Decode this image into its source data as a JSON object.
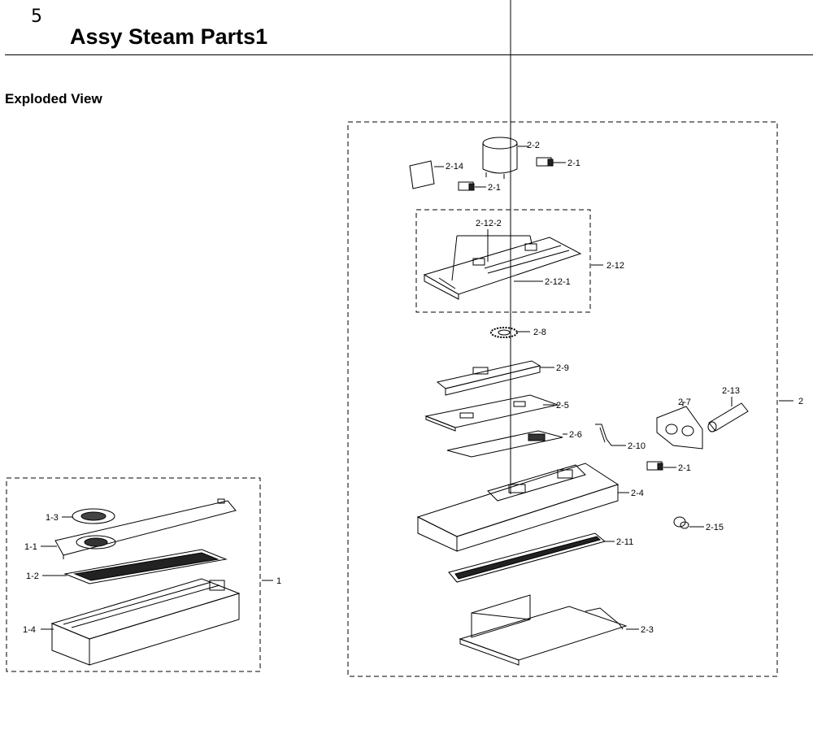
{
  "header": {
    "section_number": "5",
    "title": "Assy Steam Parts1",
    "subtitle": "Exploded View"
  },
  "labels": {
    "l_1": "1",
    "l_1_1": "1-1",
    "l_1_2": "1-2",
    "l_1_3": "1-3",
    "l_1_4": "1-4",
    "l_2": "2",
    "l_2_1a": "2-1",
    "l_2_1b": "2-1",
    "l_2_1c": "2-1",
    "l_2_2": "2-2",
    "l_2_3": "2-3",
    "l_2_4": "2-4",
    "l_2_5": "2-5",
    "l_2_6": "2-6",
    "l_2_7": "2-7",
    "l_2_8": "2-8",
    "l_2_9": "2-9",
    "l_2_10": "2-10",
    "l_2_11": "2-11",
    "l_2_12": "2-12",
    "l_2_12_1": "2-12-1",
    "l_2_12_2": "2-12-2",
    "l_2_13": "2-13",
    "l_2_14": "2-14",
    "l_2_15": "2-15"
  }
}
